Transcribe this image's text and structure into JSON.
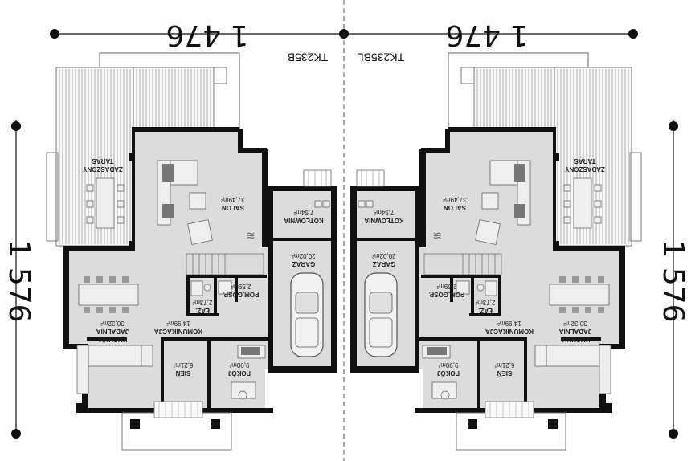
{
  "dimensions": {
    "top_left": "1 476",
    "top_right": "1 476",
    "side_left": "1 576",
    "side_right": "1 576"
  },
  "codes": {
    "left": "TK235B",
    "right": "TK235BL"
  },
  "rooms": {
    "taras": {
      "name1": "ZADASZONY",
      "name2": "TARAS"
    },
    "salon": {
      "name": "SALON",
      "area": "37,49m²"
    },
    "kotlownia": {
      "name": "KOTŁOWNIA",
      "area": "7,54m²"
    },
    "garaz": {
      "name": "GARAŻ",
      "area": "20,02m²"
    },
    "pom_gosp": {
      "name": "POM.GOSP.",
      "area": "2,59m²"
    },
    "laz": {
      "name": "ŁAZ.",
      "area": "2,73m²"
    },
    "komunikacja": {
      "name": "KOMUNIKACJA",
      "area": "14,99m²"
    },
    "kuchnia": {
      "name1": "KUCHNIA",
      "name2": "JADALNIA",
      "area": "30,32m²"
    },
    "pokoj": {
      "name": "POKÓJ",
      "area": "9,90m²"
    },
    "sien": {
      "name": "SIEŃ",
      "area": "6,21m²"
    }
  }
}
